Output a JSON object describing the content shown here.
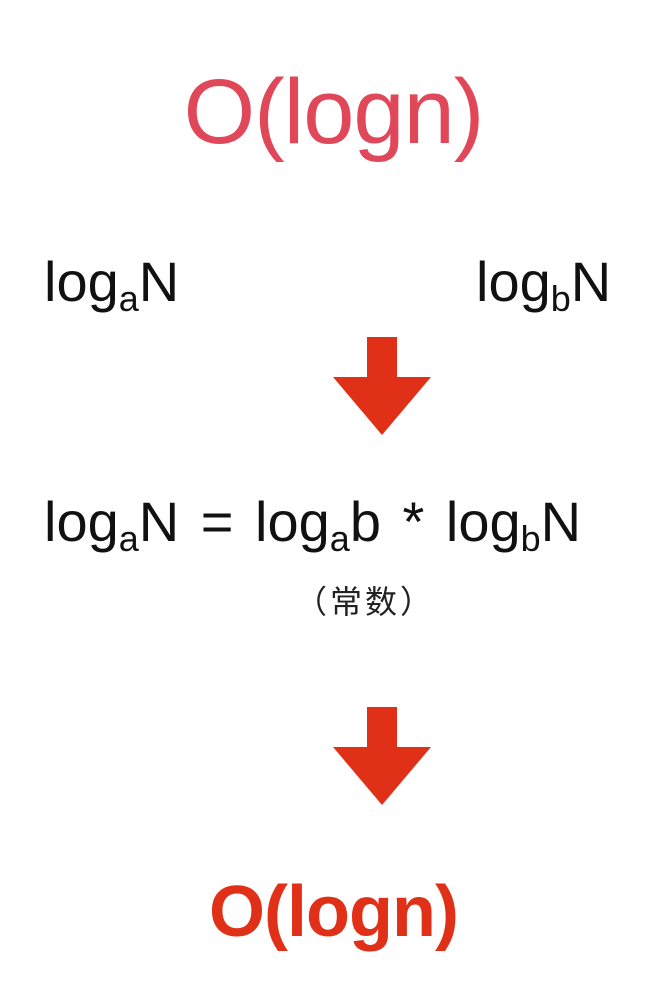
{
  "colors": {
    "title": "#e0485a",
    "arrow": "#e03018",
    "result": "#e03018",
    "text": "#111111"
  },
  "slide": {
    "title": "O(logn)",
    "left_log": {
      "base_text": "log",
      "sub": "a",
      "arg": "N"
    },
    "right_log": {
      "base_text": "log",
      "sub": "b",
      "arg": "N"
    },
    "equation": {
      "lhs_log": "log",
      "lhs_sub": "a",
      "lhs_arg": "N",
      "equals": "=",
      "term1_log": "log",
      "term1_sub": "a",
      "term1_arg": "b",
      "times": "*",
      "term2_log": "log",
      "term2_sub": "b",
      "term2_arg": "N"
    },
    "note": "（常数）",
    "result": "O(logn)"
  },
  "icons": {
    "arrow_1": "down-arrow-icon",
    "arrow_2": "down-arrow-icon"
  }
}
